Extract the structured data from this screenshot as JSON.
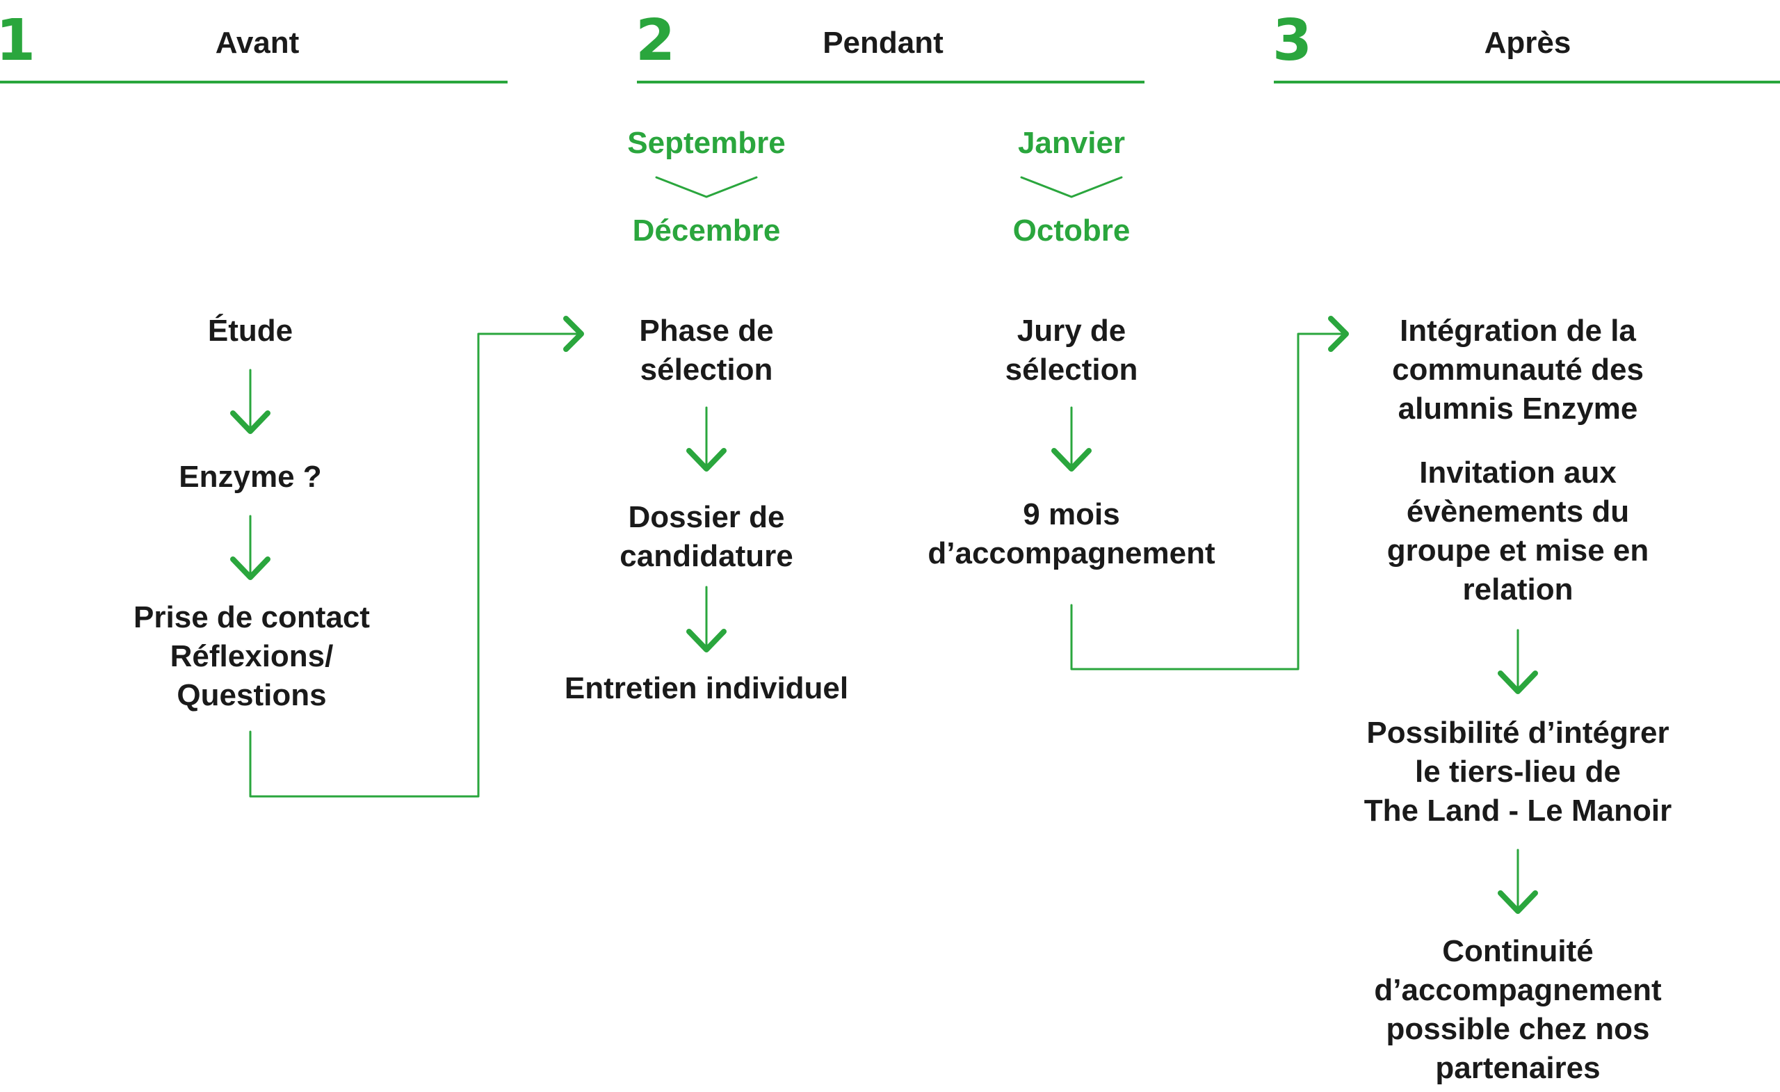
{
  "accent_color": "#2aa63d",
  "phases": [
    {
      "number": "1",
      "title": "Avant"
    },
    {
      "number": "2",
      "title": "Pendant"
    },
    {
      "number": "3",
      "title": "Après"
    }
  ],
  "periods": [
    {
      "start": "Septembre",
      "end": "Décembre"
    },
    {
      "start": "Janvier",
      "end": "Octobre"
    }
  ],
  "avant": {
    "step1": "Étude",
    "step2": "Enzyme ?",
    "step3": "Prise de contact\nRéflexions/\nQuestions"
  },
  "pendant": {
    "col1": {
      "step1": "Phase de\nsélection",
      "step2": "Dossier de\ncandidature",
      "step3": "Entretien individuel"
    },
    "col2": {
      "step1": "Jury de\nsélection",
      "step2": "9 mois\nd’accompagnement"
    }
  },
  "apres": {
    "step1": "Intégration de la\ncommunauté des\nalumnis Enzyme",
    "step2": "Invitation aux\névènements du\ngroupe et mise en\nrelation",
    "step3": "Possibilité d’intégrer\nle tiers-lieu de\nThe Land - Le Manoir",
    "step4": "Continuité\nd’accompagnement\npossible chez nos\npartenaires"
  }
}
